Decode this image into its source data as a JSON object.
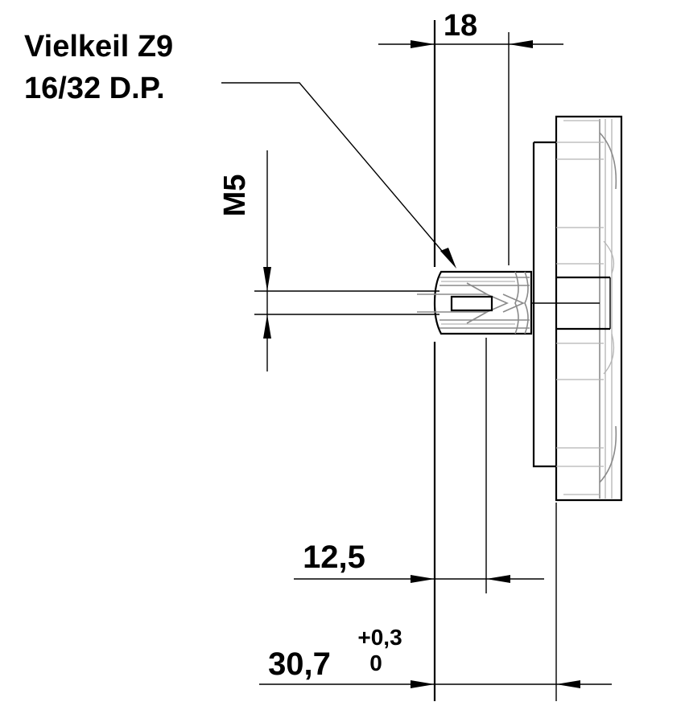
{
  "labels": {
    "spline_line1": "Vielkeil Z9",
    "spline_line2": "16/32 D.P.",
    "thread": "M5",
    "dim_shaft_length": "18",
    "dim_spline_length": "12,5",
    "dim_total_length": "30,7",
    "tol_upper": "+0,3",
    "tol_lower": "0"
  },
  "colors": {
    "line": "#000000",
    "hidden_edge": "#8a8a8a",
    "light_edge": "#b4b4b4",
    "background": "#ffffff"
  }
}
